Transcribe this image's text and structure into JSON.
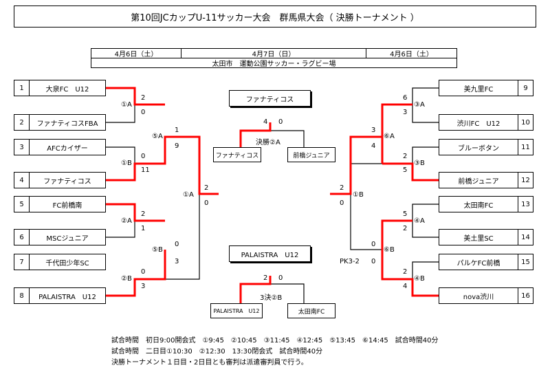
{
  "title": "第10回JCカップU-11サッカー大会　群馬県大会（ 決勝トーナメント ）",
  "header": {
    "day_left": "4月6日（土）",
    "day_center": "4月7日（日）",
    "day_right": "4月6日（土）",
    "venue": "太田市　運動公園サッカー・ラグビー場"
  },
  "left_teams": [
    {
      "num": "1",
      "name": "大泉FC　U12"
    },
    {
      "num": "2",
      "name": "ファナティコスFBA"
    },
    {
      "num": "3",
      "name": "AFCカイザー"
    },
    {
      "num": "4",
      "name": "ファナティコス"
    },
    {
      "num": "5",
      "name": "FC前橋南"
    },
    {
      "num": "6",
      "name": "MSCジュニア"
    },
    {
      "num": "7",
      "name": "千代田少年SC"
    },
    {
      "num": "8",
      "name": "PALAISTRA　U12"
    }
  ],
  "right_teams": [
    {
      "num": "9",
      "name": "美九里FC"
    },
    {
      "num": "10",
      "name": "渋川FC　U12"
    },
    {
      "num": "11",
      "name": "ブルーボタン"
    },
    {
      "num": "12",
      "name": "前橋ジュニア"
    },
    {
      "num": "13",
      "name": "太田南FC"
    },
    {
      "num": "14",
      "name": "美土里SC"
    },
    {
      "num": "15",
      "name": "パルケFC前橋"
    },
    {
      "num": "16",
      "name": "nova渋川"
    }
  ],
  "matches": {
    "l1A": "①A",
    "l1B": "①B",
    "l2A": "②A",
    "l2B": "②B",
    "l5A": "⑤A",
    "l5B": "⑤B",
    "l1A_semi": "①A",
    "r3A": "③A",
    "r3B": "③B",
    "r4A": "④A",
    "r4B": "④B",
    "r6A": "⑥A",
    "r6B": "⑥B",
    "r1B_semi": "①B"
  },
  "scores": {
    "l_m1": [
      "2",
      "0"
    ],
    "l_m2": [
      "0",
      "11"
    ],
    "l_m3": [
      "2",
      "1"
    ],
    "l_m4": [
      "0",
      "3"
    ],
    "l_q1": [
      "1",
      "9"
    ],
    "l_q2": [
      "0",
      "3"
    ],
    "l_semi": [
      "2",
      "0"
    ],
    "r_m1": [
      "6",
      "3"
    ],
    "r_m2": [
      "2",
      "5"
    ],
    "r_m3": [
      "5",
      "2"
    ],
    "r_m4": [
      "2",
      "4"
    ],
    "r_q1": [
      "3",
      "4"
    ],
    "r_q2": [
      "0",
      "0"
    ],
    "r_semi": [
      "2",
      "0"
    ],
    "pk": "PK3-2"
  },
  "final": {
    "winner": "ファナティコス",
    "left": "ファナティコス",
    "right": "前橋ジュニア",
    "label": "決勝②A",
    "scores": [
      "4",
      "0"
    ]
  },
  "third": {
    "winner": "PALAISTRA　U12",
    "left": "PALAISTRA　U12",
    "right": "太田南FC",
    "label": "3決②B",
    "scores": [
      "2",
      "0"
    ]
  },
  "notes": [
    "試合時間　初日9:00開会式　①9:45　②10:45　③11:45　④12:45　⑤13:45　⑥14:45　試合時間40分",
    "試合時間　二日目①10:30　②12:30　13:30閉会式　試合時間40分",
    "決勝トーナメント１日目・2日目とも審判は派遣審判員で行う。"
  ],
  "colors": {
    "winner_line": "#ff0000",
    "line": "#000000"
  }
}
